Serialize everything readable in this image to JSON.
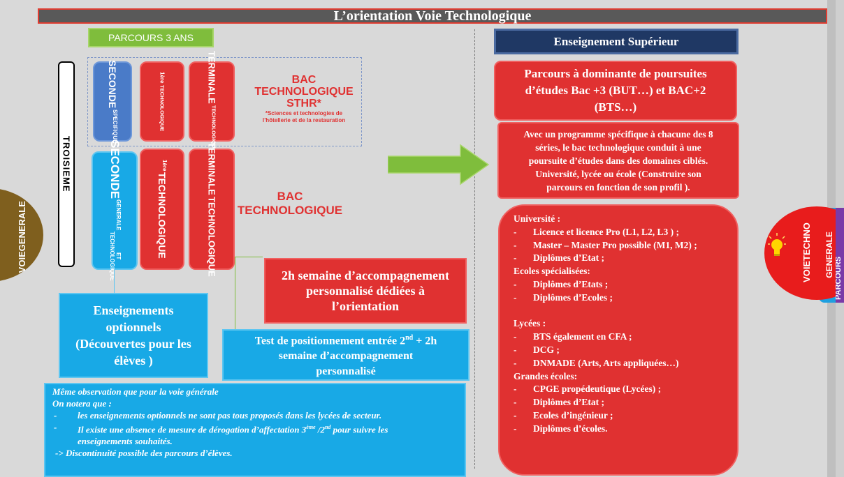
{
  "title": "L’orientation Voie Technologique",
  "parcours_label": "PARCOURS 3 ANS",
  "troisieme": "TROISIEME",
  "left_tab": {
    "line1": "VOIE",
    "line2": "GENERALE"
  },
  "right_tabs": {
    "red_line1": "VOIE",
    "red_line2": "TECHNO",
    "blue": "GENERALE",
    "purple": "PARCOURS"
  },
  "sthr_row": {
    "seconde_main": "SECONDE",
    "seconde_sub": "SPECIFIQUE",
    "premiere_sup": "1ère",
    "premiere_sub": "TECHNOLOGIQUE",
    "terminale_main": "TERMINALE",
    "terminale_sub": "TECHNOLOGIQUE",
    "bac_title_l1": "BAC",
    "bac_title_l2": "TECHNOLOGIQUE",
    "bac_title_l3": "STHR*",
    "bac_note_l1": "*Sciences et technologies de",
    "bac_note_l2": "l’hôtellerie et de la restauration"
  },
  "techno_row": {
    "seconde_main": "SECONDE",
    "seconde_sub1": "GENERALE",
    "seconde_sub2": "ET TECHNOLOGIQUE",
    "premiere_sup": "1ère",
    "premiere_main": "TECHNOLOGIQUE",
    "terminale_l1": "TERMINALE",
    "terminale_l2": "TECHNOLOGIQUE",
    "bac_l1": "BAC",
    "bac_l2": "TECHNOLOGIQUE"
  },
  "accompagnement": {
    "l1": "2h semaine d’accompagnement",
    "l2": "personnalisé dédiées à",
    "l3": "l’orientation"
  },
  "optionnels": {
    "l1": "Enseignements",
    "l2": "optionnels",
    "l3": "(Découvertes pour les",
    "l4": "élèves )"
  },
  "test": {
    "l1_a": "Test de positionnement entrée 2",
    "l1_sup": "nd",
    "l1_b": " + 2h",
    "l2": "semaine d’accompagnement",
    "l3": "personnalisé"
  },
  "observation": {
    "l1": "Même observation que pour la voie générale",
    "l2": "On notera que :",
    "b1": "les enseignements optionnels ne sont pas tous proposés dans les lycées de secteur.",
    "b2_a": "Il existe une absence de mesure de dérogation d’affectation 3",
    "b2_sup1": "ème",
    "b2_b": " /2",
    "b2_sup2": "nd",
    "b2_c": " pour suivre les",
    "b2_cont": "enseignements souhaités.",
    "l_last": "-> Discontinuité possible des parcours d’élèves."
  },
  "ens_sup": "Enseignement Supérieur",
  "parcours_dominante": {
    "l1": "Parcours à dominante de poursuites",
    "l2": "d’études Bac +3 (BUT…) et BAC+2",
    "l3": "(BTS…)"
  },
  "programme": {
    "l1": "Avec un programme spécifique à chacune des 8",
    "l2": "séries, le bac technologique conduit à une",
    "l3": "poursuite d’études dans des domaines ciblés.",
    "l4": "Université, lycée ou école (Construire son",
    "l5": "parcours en fonction de son profil )."
  },
  "list": {
    "universite": "Université :",
    "u1": "Licence et licence Pro (L1, L2, L3 ) ;",
    "u2": "Master – Master Pro possible (M1, M2) ;",
    "u3": "Diplômes d’Etat ;",
    "ecoles_spe": "Ecoles spécialisées:",
    "e1": "Diplômes d’Etats ;",
    "e2": "Diplômes d’Ecoles ;",
    "lycees": "Lycées :",
    "l1": "BTS également en CFA ;",
    "l2": "DCG ;",
    "l3": "DNMADE (Arts, Arts appliquées…)",
    "grandes": "Grandes écoles:",
    "g1": "CPGE propédeutique (Lycées) ;",
    "g2": "Diplômes d’Etat ;",
    "g3": "Ecoles d’ingénieur ;",
    "g4": "Diplômes d’écoles.",
    "dash": "-"
  },
  "colors": {
    "red": "#e03131",
    "cyan": "#18a9e6",
    "blue": "#4a7bc8",
    "green": "#7fbd3c",
    "navy": "#1f3864",
    "brown": "#7f5f1e"
  }
}
